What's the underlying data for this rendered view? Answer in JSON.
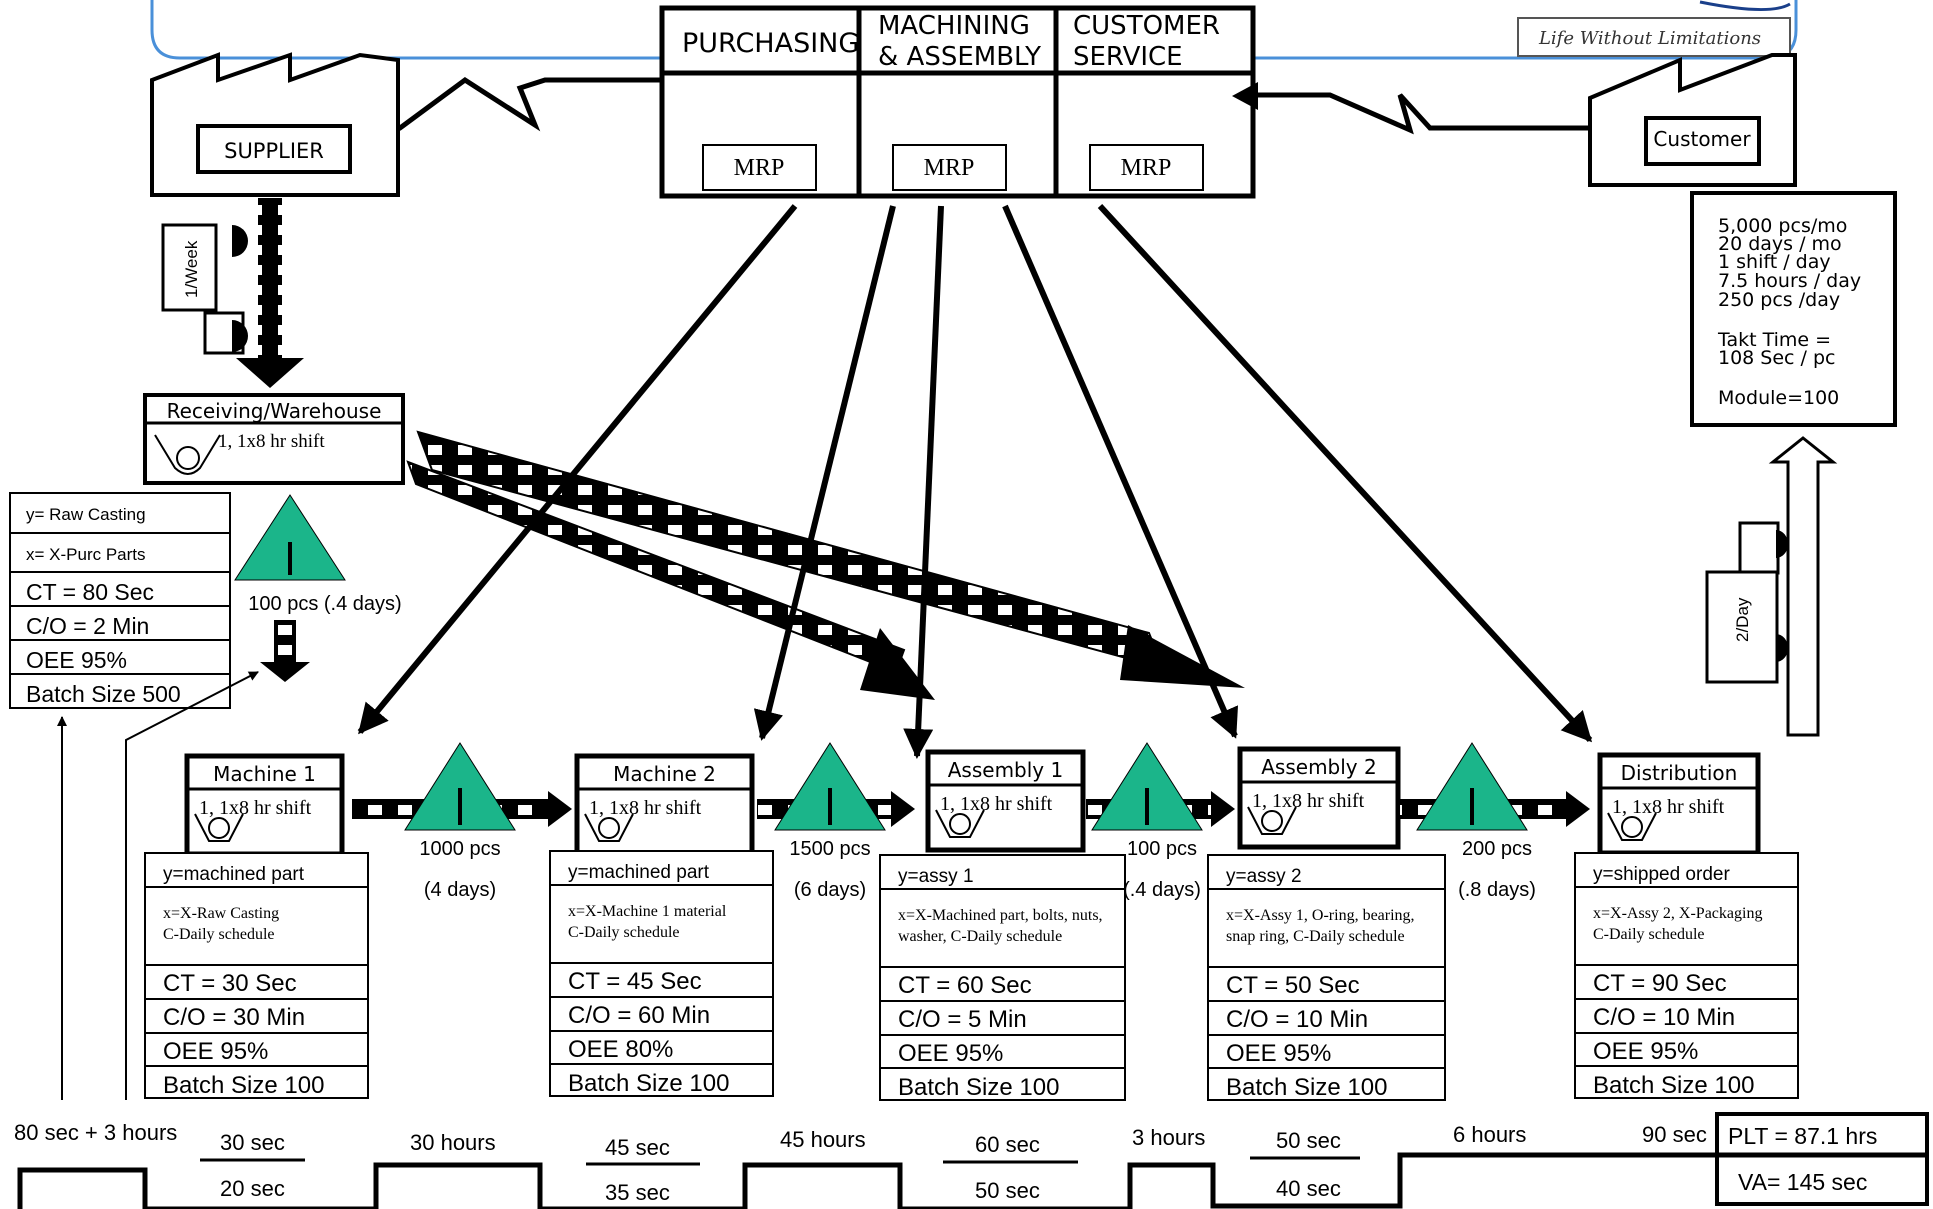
{
  "header": {
    "tagline": "Life Without Limitations"
  },
  "departments": [
    {
      "name_line1": "PURCHASING",
      "name_line2": "",
      "system": "MRP"
    },
    {
      "name_line1": "MACHINING",
      "name_line2": "& ASSEMBLY",
      "system": "MRP"
    },
    {
      "name_line1": "CUSTOMER",
      "name_line2": "SERVICE",
      "system": "MRP"
    }
  ],
  "supplier": {
    "label": "SUPPLIER",
    "frequency": "1/Week"
  },
  "customer": {
    "label": "Customer",
    "frequency": "2/Day",
    "requirements": [
      "5,000 pcs/mo",
      "20 days / mo",
      "1 shift / day",
      "7.5 hours / day",
      "250 pcs /day"
    ],
    "takt_line1": "Takt Time =",
    "takt_line2": "108 Sec / pc",
    "module": "Module=100"
  },
  "receiving": {
    "title": "Receiving/Warehouse",
    "shift": "1, 1x8 hr shift",
    "data": {
      "y": "y= Raw Casting",
      "x": "x= X-Purc Parts",
      "ct": "CT = 80 Sec",
      "co": "C/O = 2 Min",
      "oee": "OEE 95%",
      "batch": "Batch Size 500"
    },
    "inventory": "100 pcs (.4 days)"
  },
  "processes": [
    {
      "title": "Machine 1",
      "shift": "1, 1x8 hr shift",
      "y": "y=machined part",
      "x1": "x=X-Raw Casting",
      "x2": "C-Daily schedule",
      "ct": "CT = 30 Sec",
      "co": "C/O = 30 Min",
      "oee": "OEE 95%",
      "batch": "Batch Size 100"
    },
    {
      "title": "Machine 2",
      "shift": "1, 1x8 hr shift",
      "y": "y=machined part",
      "x1": "x=X-Machine 1 material",
      "x2": "C-Daily schedule",
      "ct": "CT = 45 Sec",
      "co": "C/O = 60 Min",
      "oee": "OEE 80%",
      "batch": "Batch Size 100"
    },
    {
      "title": "Assembly 1",
      "shift": "1, 1x8 hr shift",
      "y": "y=assy 1",
      "x1": "x=X-Machined part, bolts, nuts,",
      "x2": "washer,  C-Daily schedule",
      "ct": "CT = 60 Sec",
      "co": "C/O = 5 Min",
      "oee": "OEE 95%",
      "batch": "Batch Size 100"
    },
    {
      "title": "Assembly 2",
      "shift": "1, 1x8 hr shift",
      "y": "y=assy 2",
      "x1": "x=X-Assy 1, O-ring, bearing,",
      "x2": "snap ring, C-Daily schedule",
      "ct": "CT = 50 Sec",
      "co": "C/O = 10 Min",
      "oee": "OEE 95%",
      "batch": "Batch Size 100"
    },
    {
      "title": "Distribution",
      "shift": "1, 1x8 hr shift",
      "y": "y=shipped order",
      "x1": "x=X-Assy 2, X-Packaging",
      "x2": "C-Daily schedule",
      "ct": "CT = 90 Sec",
      "co": "C/O = 10 Min",
      "oee": "OEE 95%",
      "batch": "Batch Size 100"
    }
  ],
  "inventories": [
    {
      "qty": "1000 pcs",
      "days": "(4 days)"
    },
    {
      "qty": "1500 pcs",
      "days": "(6 days)"
    },
    {
      "qty": "100 pcs",
      "days": "(.4 days)"
    },
    {
      "qty": "200 pcs",
      "days": "(.8 days)"
    }
  ],
  "timeline": {
    "first_top": "80 sec + 3 hours",
    "wait_times": [
      "30 hours",
      "45 hours",
      "3  hours",
      "6 hours",
      "90 sec"
    ],
    "process_times": [
      {
        "top": "30 sec",
        "bottom": "20 sec"
      },
      {
        "top": "45 sec",
        "bottom": "35 sec"
      },
      {
        "top": "60 sec",
        "bottom": "50 sec"
      },
      {
        "top": "50 sec",
        "bottom": "40 sec"
      }
    ],
    "plt": "PLT = 87.1  hrs",
    "va": "VA= 145 sec"
  },
  "colors": {
    "inventory_triangle": "#1bb58a",
    "header_border": "#4a90d9"
  }
}
